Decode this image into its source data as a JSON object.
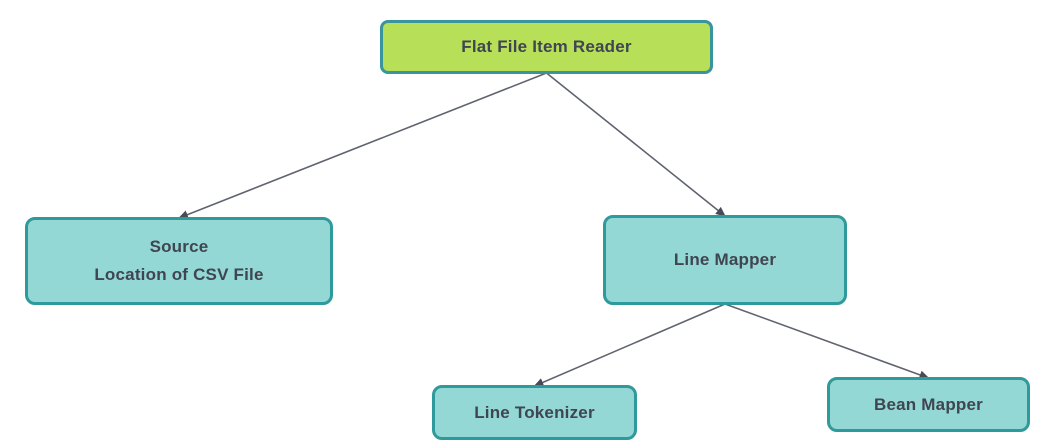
{
  "diagram": {
    "background": "#ffffff",
    "arrow": {
      "line_color": "#60646f",
      "head_color": "#474b57"
    },
    "nodes": {
      "flat_file_item_reader": {
        "label": "Flat File Item Reader",
        "fill": "#b7df58",
        "border": "#3a949c"
      },
      "source_location": {
        "label": "Source\nLocation of CSV File",
        "fill": "#93d8d4",
        "border": "#2f9a9c"
      },
      "line_mapper": {
        "label": "Line Mapper",
        "fill": "#93d8d4",
        "border": "#2f9a9c"
      },
      "line_tokenizer": {
        "label": "Line Tokenizer",
        "fill": "#93d8d4",
        "border": "#2f9a9c"
      },
      "bean_mapper": {
        "label": "Bean Mapper",
        "fill": "#93d8d4",
        "border": "#2f9a9c"
      }
    },
    "edges": [
      {
        "from": "flat_file_item_reader",
        "to": "source_location"
      },
      {
        "from": "flat_file_item_reader",
        "to": "line_mapper"
      },
      {
        "from": "line_mapper",
        "to": "line_tokenizer"
      },
      {
        "from": "line_mapper",
        "to": "bean_mapper"
      }
    ]
  }
}
